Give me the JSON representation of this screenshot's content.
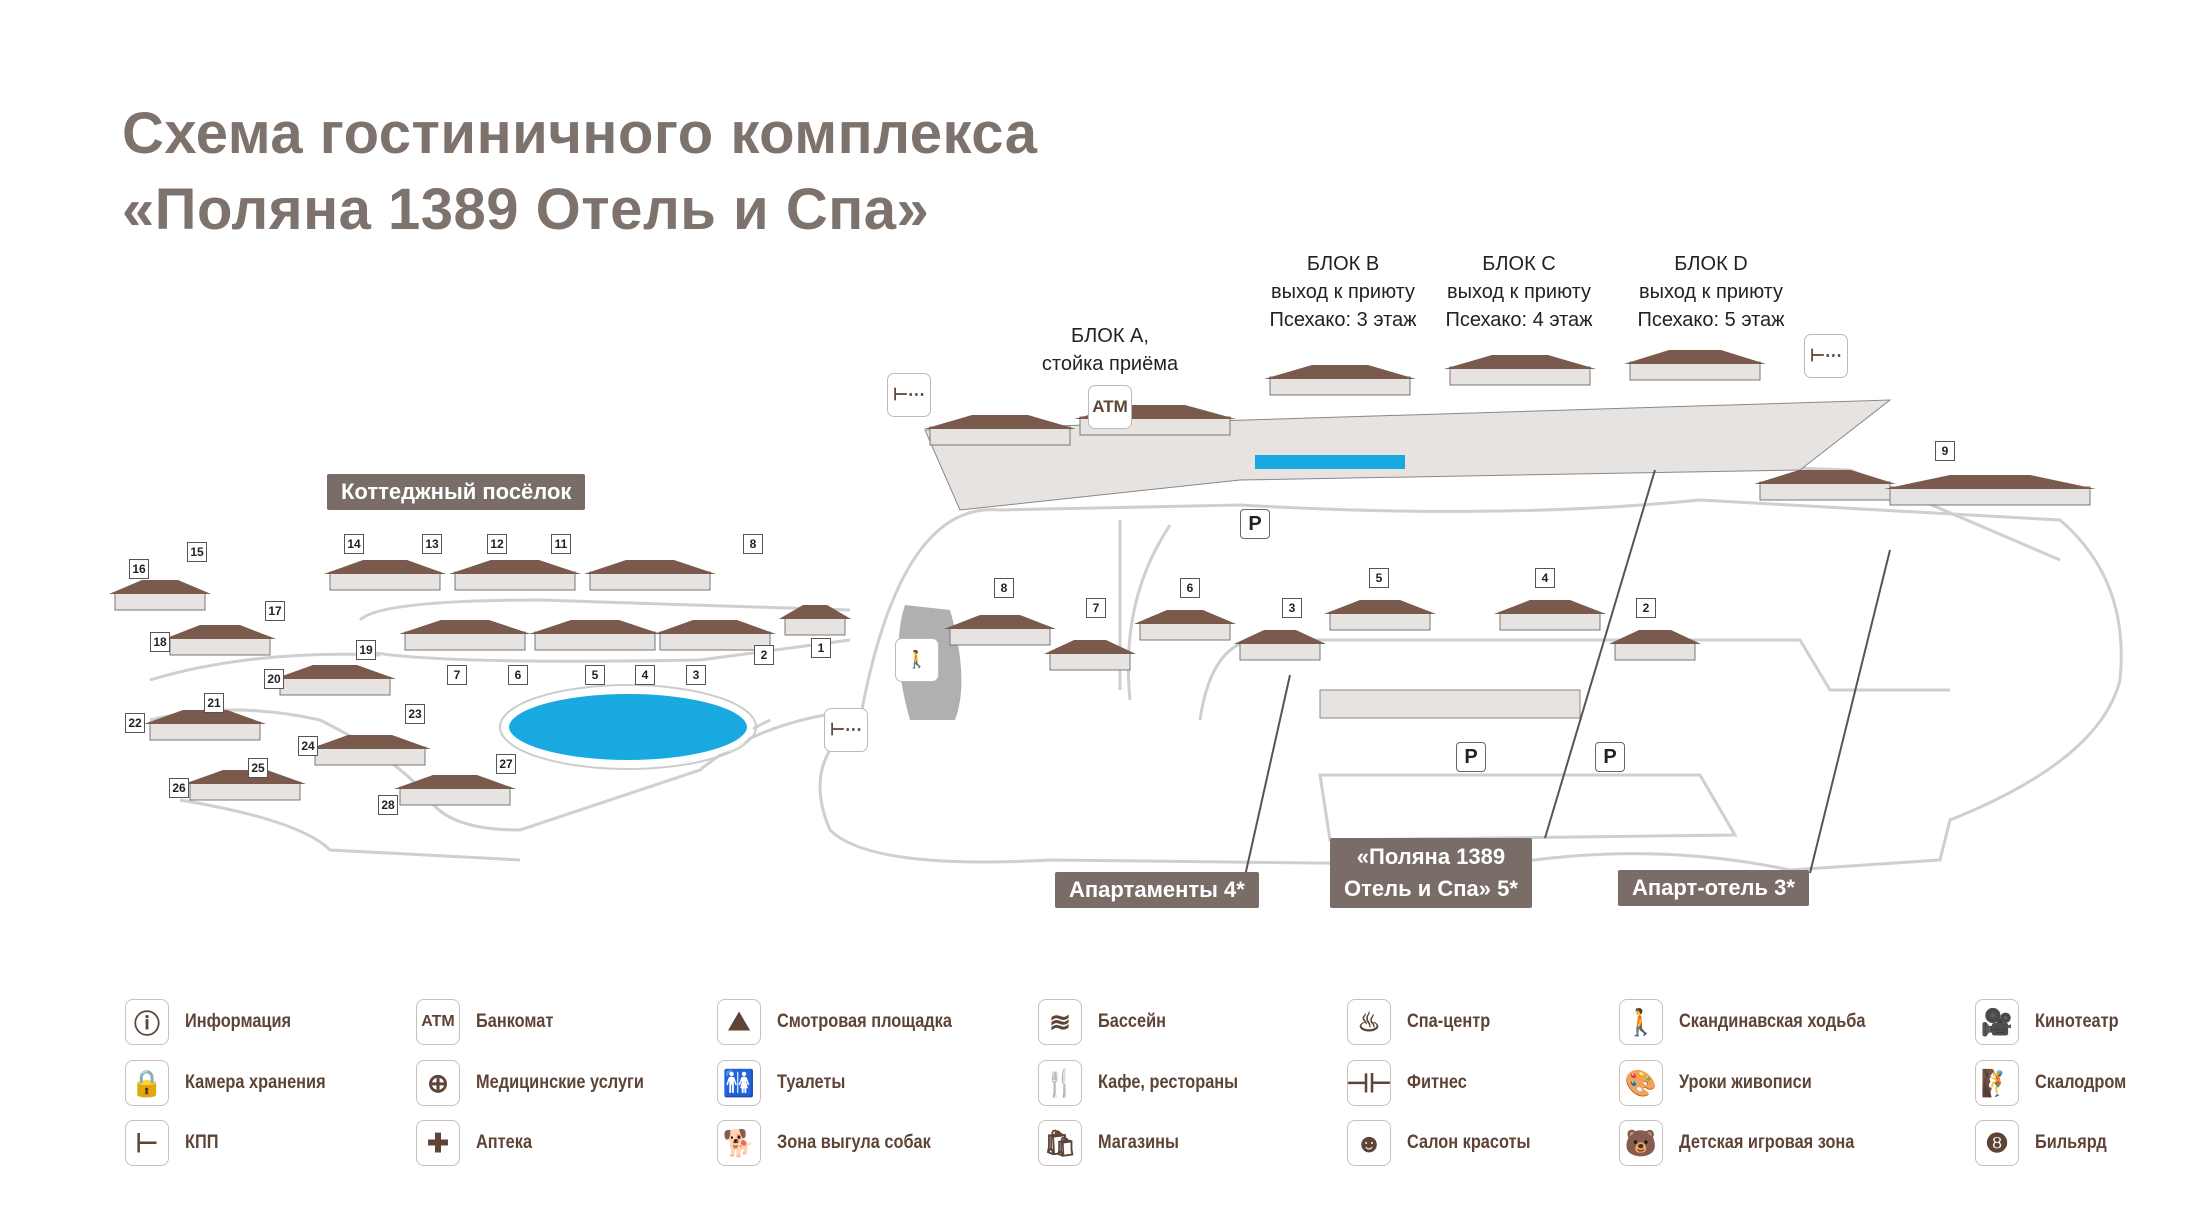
{
  "title": {
    "line1": "Схема гостиничного комплекса",
    "line2": "«Поляна 1389 Отель и Спа»"
  },
  "map": {
    "cottage_village_label": "Коттеджный посёлок",
    "blocks": [
      {
        "name": "БЛОК А,",
        "line2": "стойка приёма"
      },
      {
        "name": "БЛОК B",
        "line2": "выход к приюту",
        "line3": "Псехако: 3 этаж"
      },
      {
        "name": "БЛОК C",
        "line2": "выход к приюту",
        "line3": "Псехако: 4 этаж"
      },
      {
        "name": "БЛОК D",
        "line2": "выход к приюту",
        "line3": "Псехако: 5 этаж"
      }
    ],
    "hotel_labels": {
      "apartments": "Апартаменты 4*",
      "main_hotel_line1": "«Поляна 1389",
      "main_hotel_line2": "Отель и Спа» 5*",
      "apart_hotel": "Апарт-отель 3*"
    },
    "atm_label": "ATM",
    "parking_label": "P",
    "building_numbers": [
      "8",
      "7",
      "6",
      "3",
      "5",
      "4",
      "2",
      "9"
    ],
    "cottage_numbers": [
      "16",
      "15",
      "14",
      "13",
      "12",
      "11",
      "8",
      "17",
      "18",
      "19",
      "20",
      "21",
      "22",
      "23",
      "24",
      "25",
      "26",
      "27",
      "28",
      "7",
      "6",
      "5",
      "4",
      "3",
      "2",
      "1"
    ]
  },
  "legend": [
    {
      "icon": "info-icon",
      "label": "Информация"
    },
    {
      "icon": "lock-icon",
      "label": "Камера хранения"
    },
    {
      "icon": "barrier-icon",
      "label": "КПП"
    },
    {
      "icon": "atm-icon",
      "glyph": "ATM",
      "label": "Банкомат"
    },
    {
      "icon": "medical-icon",
      "label": "Медицинские услуги"
    },
    {
      "icon": "pharmacy-icon",
      "label": "Аптека"
    },
    {
      "icon": "viewpoint-icon",
      "label": "Смотровая площадка"
    },
    {
      "icon": "toilets-icon",
      "label": "Туалеты"
    },
    {
      "icon": "dog-walking-icon",
      "label": "Зона выгула собак"
    },
    {
      "icon": "pool-icon",
      "label": "Бассейн"
    },
    {
      "icon": "restaurant-icon",
      "label": "Кафе, рестораны"
    },
    {
      "icon": "shopping-icon",
      "label": "Магазины"
    },
    {
      "icon": "spa-icon",
      "label": "Спа-центр"
    },
    {
      "icon": "fitness-icon",
      "label": "Фитнес"
    },
    {
      "icon": "beauty-salon-icon",
      "label": "Салон красоты"
    },
    {
      "icon": "nordic-walking-icon",
      "label": "Скандинавская ходьба"
    },
    {
      "icon": "painting-icon",
      "label": "Уроки живописи"
    },
    {
      "icon": "kids-zone-icon",
      "label": "Детская игровая зона"
    },
    {
      "icon": "cinema-icon",
      "label": "Кинотеатр"
    },
    {
      "icon": "climbing-icon",
      "label": "Скалодром"
    },
    {
      "icon": "billiards-icon",
      "label": "Бильярд"
    }
  ],
  "colors": {
    "roof": "#7a5a4c",
    "wall": "#e6e3e1",
    "road": "#c9c9c9",
    "pool": "#18a9e0",
    "tag": "#7a6d67",
    "text": "#5e4436"
  }
}
